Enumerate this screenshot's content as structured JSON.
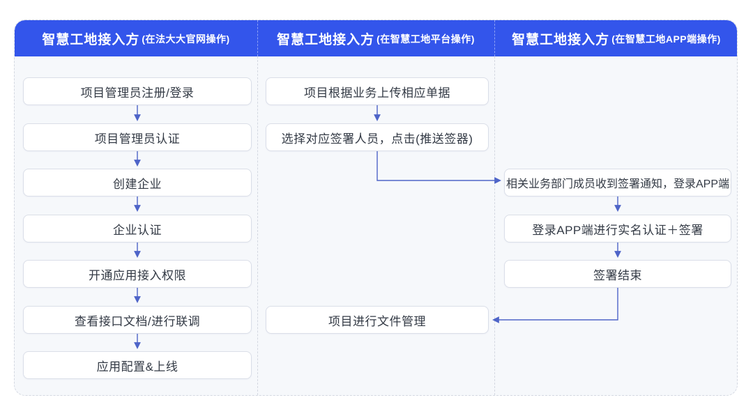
{
  "diagram": {
    "colors": {
      "header_bg": "#3355EB",
      "arrow": "#4E64C8",
      "node_border": "#DADEE8",
      "node_text": "#333A45",
      "panel_bg": "#F6F8FB",
      "divider": "#D4D8E1"
    },
    "columns": [
      {
        "header": {
          "title": "智慧工地接入方",
          "subtitle": "(在法大大官网操作)"
        },
        "nodes": [
          {
            "label": "项目管理员注册/登录"
          },
          {
            "label": "项目管理员认证"
          },
          {
            "label": "创建企业"
          },
          {
            "label": "企业认证"
          },
          {
            "label": "开通应用接入权限"
          },
          {
            "label": "查看接口文档/进行联调"
          },
          {
            "label": "应用配置&上线"
          }
        ]
      },
      {
        "header": {
          "title": "智慧工地接入方",
          "subtitle": "(在智慧工地平台操作)"
        },
        "nodes": [
          {
            "label": "项目根据业务上传相应单据"
          },
          {
            "label": "选择对应签署人员，点击(推送签器)"
          },
          {
            "label": "项目进行文件管理"
          }
        ]
      },
      {
        "header": {
          "title": "智慧工地接入方",
          "subtitle": "(在智慧工地APP端操作)"
        },
        "nodes": [
          {
            "label": "相关业务部门成员收到签署通知，登录APP端"
          },
          {
            "label": "登录APP端进行实名认证＋签署"
          },
          {
            "label": "签署结束"
          }
        ]
      }
    ],
    "edges": [
      {
        "from": [
          0,
          0
        ],
        "to": [
          0,
          1
        ]
      },
      {
        "from": [
          0,
          1
        ],
        "to": [
          0,
          2
        ]
      },
      {
        "from": [
          0,
          2
        ],
        "to": [
          0,
          3
        ]
      },
      {
        "from": [
          0,
          3
        ],
        "to": [
          0,
          4
        ]
      },
      {
        "from": [
          0,
          4
        ],
        "to": [
          0,
          5
        ]
      },
      {
        "from": [
          0,
          5
        ],
        "to": [
          0,
          6
        ]
      },
      {
        "from": [
          1,
          0
        ],
        "to": [
          1,
          1
        ]
      },
      {
        "from": [
          1,
          1
        ],
        "to": [
          2,
          0
        ]
      },
      {
        "from": [
          2,
          0
        ],
        "to": [
          2,
          1
        ]
      },
      {
        "from": [
          2,
          1
        ],
        "to": [
          2,
          2
        ]
      },
      {
        "from": [
          2,
          2
        ],
        "to": [
          1,
          2
        ]
      }
    ]
  }
}
